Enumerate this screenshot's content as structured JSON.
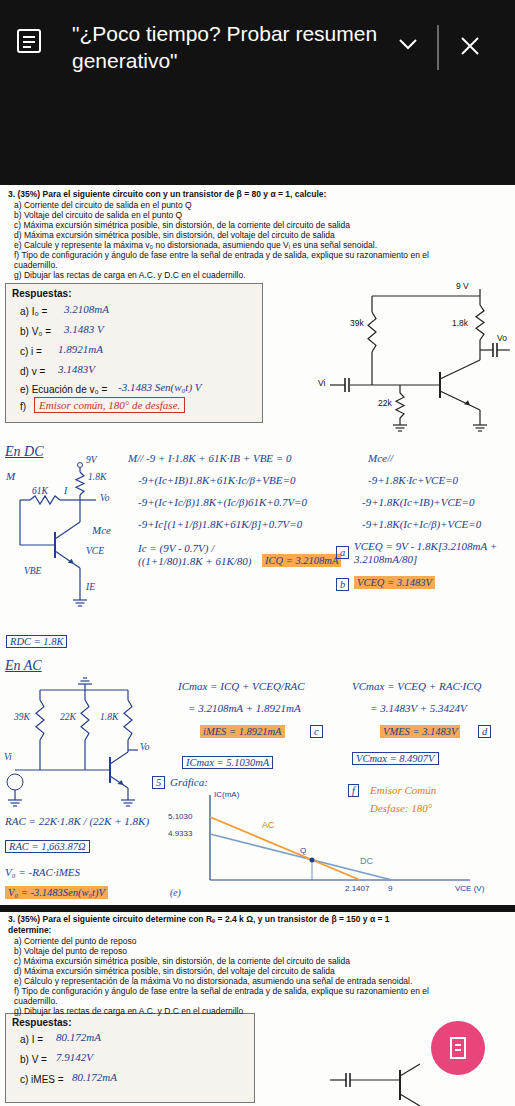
{
  "diagram": {
    "nodes": [
      {
        "text": [
          "\"¿Poco tiempo? Probar resumen generativo\""
        ]
      },
      {
        "text": [
          "Respuestas:",
          "a) I₀ =",
          "3.2108mA",
          "b) V₀ =",
          "3.1483 V",
          "c) i =",
          "1.8921mA",
          "d) v =",
          "3.1483V",
          "e) Ecuación de v₀ =",
          "-3.1483 Sen(w₀t) V",
          "f)"
        ]
      },
      {
        "text": [
          "Emisor común, 180° de desfase."
        ],
        "in": 1
      },
      {
        "text": [
          "ICQ = 3.2108mA"
        ]
      },
      {
        "text": [
          "a"
        ]
      },
      {
        "text": [
          "b"
        ]
      },
      {
        "text": [
          "VCEQ = 3.1483V"
        ]
      },
      {
        "text": [
          "RDC = 1.8K"
        ]
      },
      {
        "text": [
          "iMES = 1.8921mA"
        ]
      },
      {
        "text": [
          "c"
        ]
      },
      {
        "text": [
          "VMES = 3.1483V"
        ]
      },
      {
        "text": [
          "d"
        ]
      },
      {
        "text": [
          "VCmax = 8.4907V"
        ]
      },
      {
        "text": [
          "ICmax = 5.1030mA"
        ]
      },
      {
        "text": [
          "RAC = 1,663.87Ω"
        ]
      },
      {
        "text": [
          "V₀ = -3.1483Sen(w₀t)V"
        ]
      },
      {
        "text": [
          "5"
        ]
      },
      {
        "text": [
          "f"
        ]
      },
      {
        "text": [
          "Respuestas:",
          "a) I =",
          "80.172mA",
          "b) V =",
          "7.9142V",
          "c) iMES =",
          "80.172mA"
        ]
      }
    ],
    "labels": [
      "3. (35%) Para el siguiente circuito con y un transistor de β = 80 y α = 1, calcule:",
      "a) Corriente del circuito de salida en el punto Q",
      "b) Voltaje del circuito de salida en el punto Q",
      "c) Máxima excursión simétrica posible, sin distorsión, de la corriente del circuito de salida",
      "d) Máxima excursión simétrica posible, sin distorsión, del voltaje del circuito de salida",
      "e) Calcule y represente la máxima v₀ no distorsionada, asumiendo que Vᵢ es una señal senoidal.",
      "f) Tipo de configuración y ángulo de fase entre la señal de entrada y de salida, explique su razonamiento en el cuadernillo.",
      "g) Dibujar las rectas de carga en A.C. y D.C en el cuadernillo.",
      "9 V",
      "39k",
      "22k",
      "1.8k",
      "Vo",
      "Vi",
      "En DC",
      "9V",
      "M",
      "I",
      "61K",
      "1.8K",
      "Vo",
      "Mce",
      "VCE",
      "VBE",
      "IE",
      "M// -9 + I·1.8K + 61K·IB + VBE = 0",
      "-9+(Ic+IB)1.8K+61K·Ic/β+VBE=0",
      "-9+(Ic+Ic/β)1.8K+(Ic/β)61K+0.7V=0",
      "-9+Ic[(1+1/β)1.8K+61K/β]+0.7V=0",
      "Ic = (9V - 0.7V) / ((1+1/80)1.8K + 61K/80)",
      "Mce//",
      "-9+1.8K·Ic+VCE=0",
      "-9+1.8K(Ic+IB)+VCE=0",
      "-9+1.8K(Ic+Ic/β)+VCE=0",
      "VCEQ = 9V - 1.8K[3.2108mA + 3.2108mA/80]",
      "En AC",
      "39K",
      "22K",
      "1.8K",
      "Vo",
      "Vi",
      "ICmax = ICQ + VCEQ/RAC",
      "= 3.2108mA + 1.8921mA",
      "VCmax = VCEQ + RAC·ICQ",
      "= 3.1483V + 5.3424V",
      "RAC = 22K·1.8K / (22K + 1.8K)",
      "V₀ = -RAC·iMES",
      "(e)",
      "Gráfica:",
      "IC(mA)",
      "5.1030",
      "4.9333",
      "AC",
      "Q",
      "DC",
      "2.1407",
      "9",
      "VCE (V)",
      "Emisor Común",
      "Desfase: 180°",
      "3. (35%) Para el siguiente circuito determine con Rₑ = 2.4 k Ω, y un transistor de β = 150 y α = 1",
      "determine:",
      "a) Corriente del punto de reposo",
      "b) Voltaje del punto de reposo",
      "c) Máxima excursión simétrica posible, sin distorsión, de la corriente del circuito de salida",
      "d) Máxima excursión simétrica posible, sin distorsión, del voltaje del circuito de salida",
      "e) Cálculo y representación de la máxima Vo no distorsionada, asumiendo una señal de entrada senoidal.",
      "f) Tipo de configuración y ángulo de fase entre la señal de entrada y de salida, explique su razonamiento en el cuadernillo.",
      "g) Dibujar las rectas de carga en A.C. y D.C en el cuadernillo"
    ]
  }
}
